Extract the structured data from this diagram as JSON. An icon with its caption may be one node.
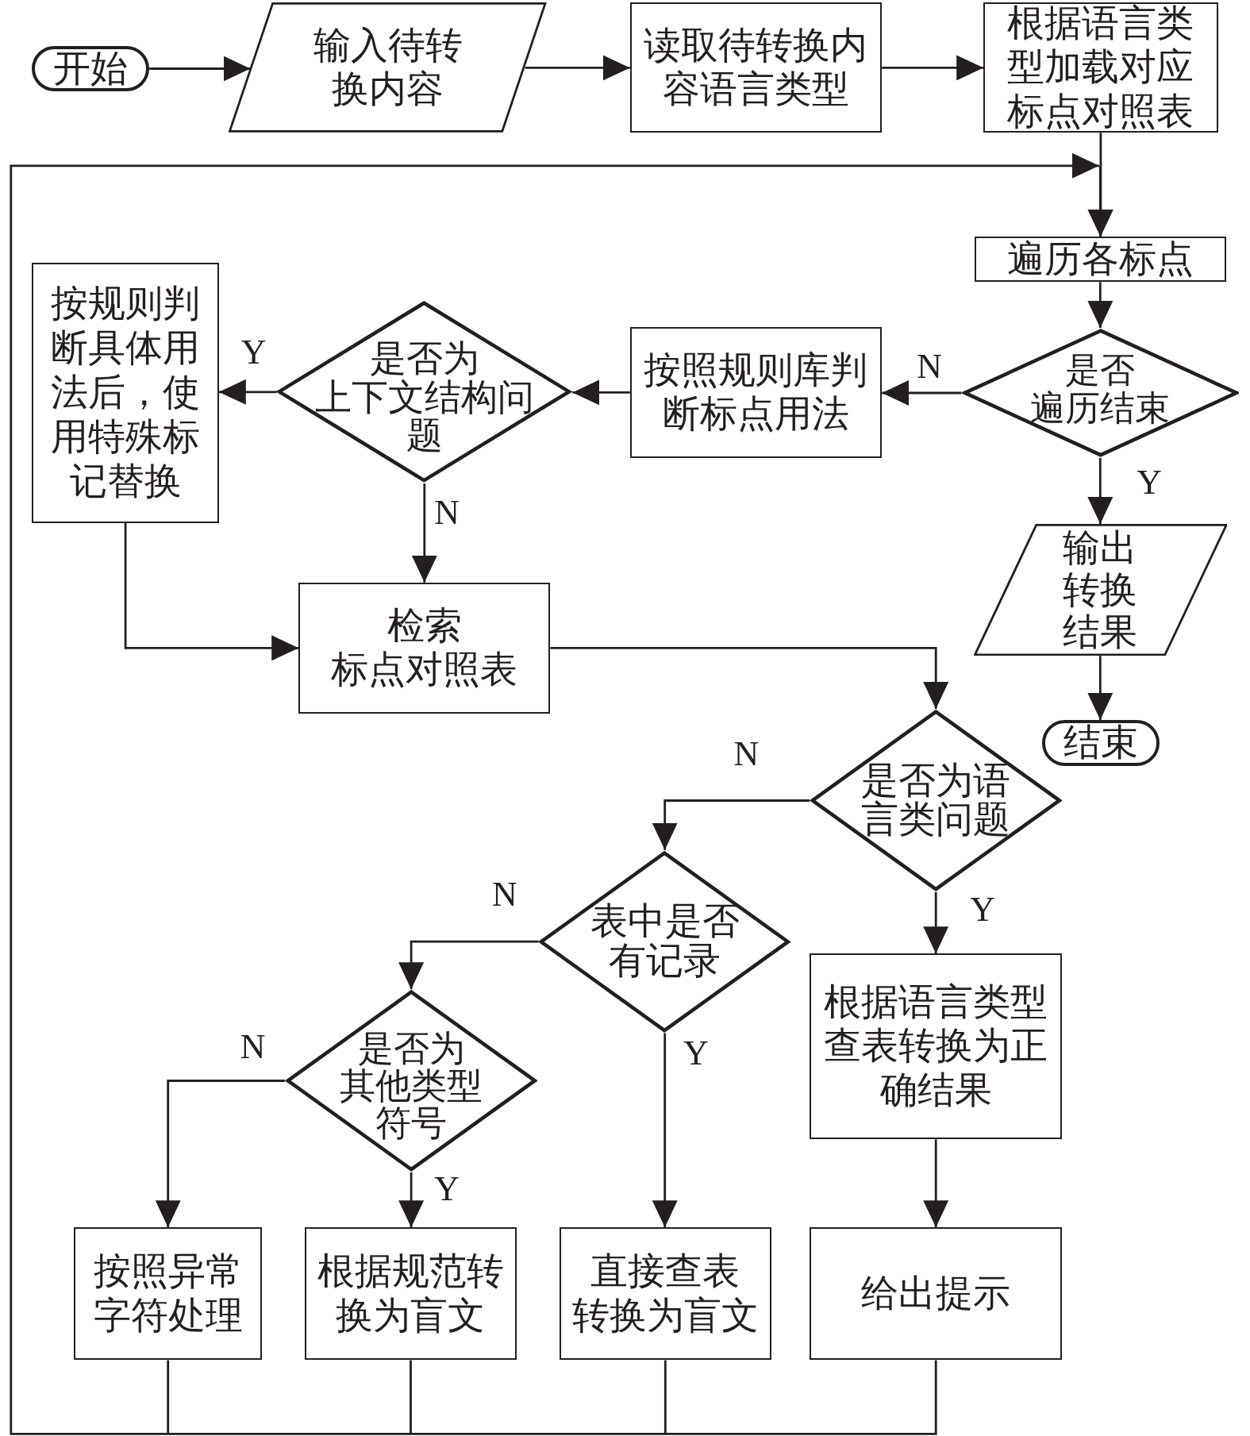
{
  "diagram": {
    "nodes": [
      {
        "text": [
          "开始"
        ]
      },
      {
        "text": [
          "输入待转换内容"
        ]
      },
      {
        "text": [
          "读取待转换内容语言类型"
        ]
      },
      {
        "text": [
          "根据语言类型加载对应标点对照表"
        ]
      },
      {
        "text": [
          "遍历各标点"
        ]
      },
      {
        "text": [
          "是否遍历结束"
        ]
      },
      {
        "text": [
          "按照规则库判断标点用法"
        ]
      },
      {
        "text": [
          "是否为上下文结构问题"
        ]
      },
      {
        "text": [
          "按规则判断具体用法后，使用特殊标记替换"
        ]
      },
      {
        "text": [
          "检索标点对照表"
        ]
      },
      {
        "text": [
          "输出转换结果"
        ]
      },
      {
        "text": [
          "结束"
        ]
      },
      {
        "text": [
          "是否为语言类问题"
        ]
      },
      {
        "text": [
          "表中是否有记录"
        ]
      },
      {
        "text": [
          "是否为其他类型符号"
        ]
      },
      {
        "text": [
          "根据语言类型查表转换为正确结果"
        ]
      },
      {
        "text": [
          "按照异常字符处理"
        ]
      },
      {
        "text": [
          "根据规范转换为盲文"
        ]
      },
      {
        "text": [
          "直接查表转换为盲文"
        ]
      },
      {
        "text": [
          "给出提示"
        ]
      }
    ],
    "edges": [
      {
        "from": 0,
        "to": 1,
        "arrow": "to"
      },
      {
        "from": 1,
        "to": 2,
        "arrow": "to"
      },
      {
        "from": 2,
        "to": 3,
        "arrow": "to"
      },
      {
        "from": 3,
        "to": 4,
        "arrow": "to"
      },
      {
        "from": 4,
        "to": 5,
        "arrow": "to"
      },
      {
        "from": 5,
        "to": 6,
        "arrow": "to",
        "label": "N"
      },
      {
        "from": 6,
        "to": 7,
        "arrow": "to"
      },
      {
        "from": 7,
        "to": 8,
        "arrow": "to",
        "label": "Y"
      },
      {
        "from": 7,
        "to": 9,
        "arrow": "to",
        "label": "N"
      },
      {
        "from": 8,
        "to": 9,
        "arrow": "to"
      },
      {
        "from": 5,
        "to": 10,
        "arrow": "to",
        "label": "Y"
      },
      {
        "from": 10,
        "to": 11,
        "arrow": "to"
      },
      {
        "from": 9,
        "to": 12,
        "arrow": "to"
      },
      {
        "from": 12,
        "to": 13,
        "arrow": "to",
        "label": "N"
      },
      {
        "from": 12,
        "to": 15,
        "arrow": "to",
        "label": "Y"
      },
      {
        "from": 13,
        "to": 14,
        "arrow": "to",
        "label": "N"
      },
      {
        "from": 13,
        "to": 18,
        "arrow": "to",
        "label": "Y"
      },
      {
        "from": 14,
        "to": 16,
        "arrow": "to",
        "label": "N"
      },
      {
        "from": 14,
        "to": 17,
        "arrow": "to",
        "label": "Y"
      },
      {
        "from": 15,
        "to": 19,
        "arrow": "to"
      },
      {
        "from": 16,
        "to": 4,
        "arrow": "to"
      },
      {
        "from": 17,
        "to": 4,
        "arrow": "to"
      },
      {
        "from": 18,
        "to": 4,
        "arrow": "to"
      },
      {
        "from": 19,
        "to": 4,
        "arrow": "to"
      }
    ]
  }
}
